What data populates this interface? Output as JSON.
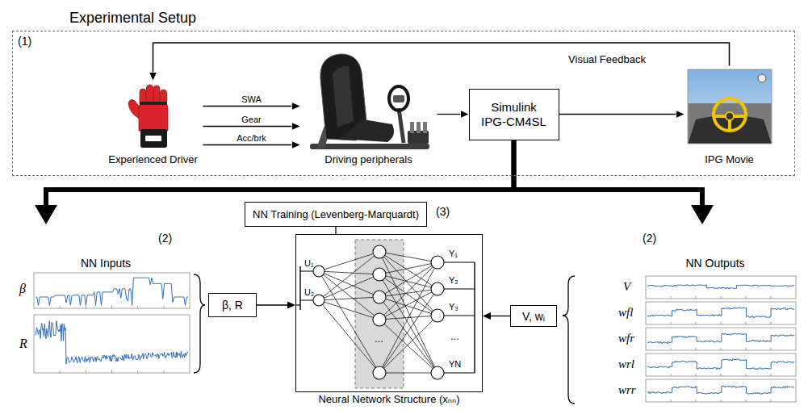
{
  "diagram": {
    "nodes": [
      {
        "text": [
          "Experimental Setup"
        ]
      },
      {
        "text": [
          "Experienced Driver"
        ],
        "in": 0
      },
      {
        "text": [
          "Driving peripherals"
        ],
        "in": 0
      },
      {
        "text": [
          "Simulink IPG-CM4SL"
        ],
        "in": 0
      },
      {
        "text": [
          "IPG Movie"
        ],
        "in": 0
      },
      {
        "text": [
          "NN Inputs"
        ]
      },
      {
        "text": [
          "β, R"
        ]
      },
      {
        "text": [
          "NN Training (Levenberg-Marquardt)"
        ]
      },
      {
        "text": [
          "Neural Network Structure (xₙₙ)"
        ]
      },
      {
        "text": [
          "V, wᵢ"
        ]
      },
      {
        "text": [
          "NN Outputs"
        ]
      }
    ],
    "edges": [
      {
        "from": 1,
        "to": 2,
        "arrow": "to",
        "label": "SWA"
      },
      {
        "from": 1,
        "to": 2,
        "arrow": "to",
        "label": "Gear"
      },
      {
        "from": 1,
        "to": 2,
        "arrow": "to",
        "label": "Acc/brk"
      },
      {
        "from": 2,
        "to": 3,
        "arrow": "to"
      },
      {
        "from": 3,
        "to": 4,
        "arrow": "to"
      },
      {
        "from": 4,
        "to": 1,
        "arrow": "to",
        "label": "Visual Feedback"
      },
      {
        "from": 3,
        "to": 5,
        "arrow": "to"
      },
      {
        "from": 3,
        "to": 10,
        "arrow": "to"
      },
      {
        "from": 6,
        "to": 8,
        "arrow": "to"
      },
      {
        "from": 7,
        "to": 8,
        "arrow": "none"
      },
      {
        "from": 9,
        "to": 8,
        "arrow": "to"
      }
    ],
    "labels": [
      "(1)",
      "(3)",
      "(2)",
      "(2)",
      "β",
      "R",
      "U₁",
      "U₂",
      "...",
      "Y₁",
      "Y₂",
      "Y₃",
      "...",
      "YN",
      "V",
      "wfl",
      "wfr",
      "wrl",
      "wrr"
    ]
  }
}
